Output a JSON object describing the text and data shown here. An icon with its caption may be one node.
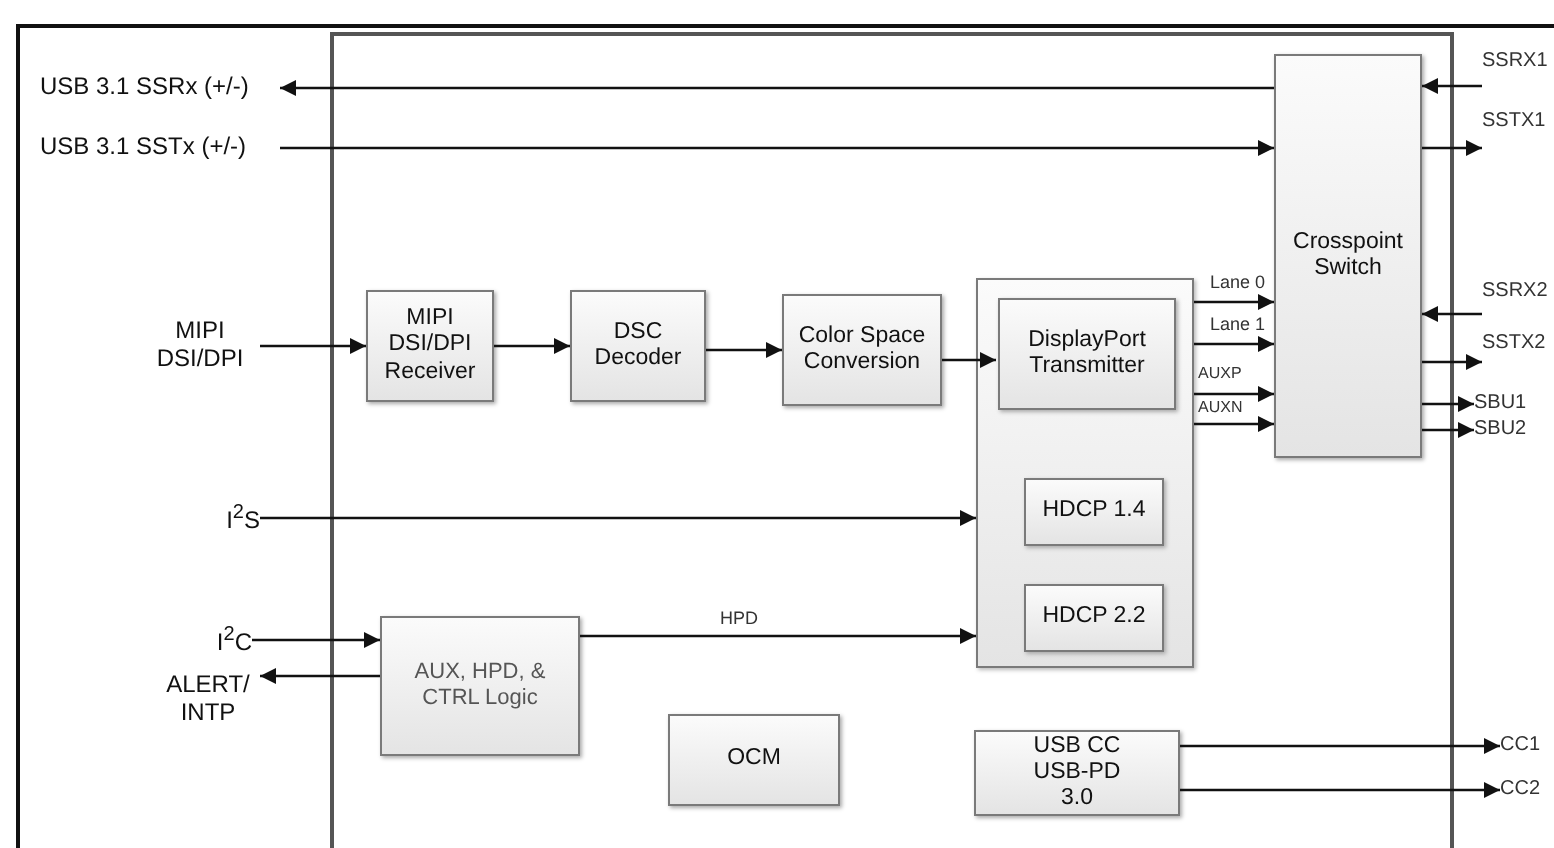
{
  "diagram": {
    "nodes": [
      {
        "text": [],
        "shape": "box"
      },
      {
        "text": [
          "USB 3.1 SSRx (+/-)"
        ]
      },
      {
        "text": [
          "USB 3.1 SSTx (+/-)"
        ]
      },
      {
        "text": [
          "MIPI DSI/DPI"
        ]
      },
      {
        "text": [
          "I$^{2}$S"
        ]
      },
      {
        "text": [
          "I$^{2}$C"
        ]
      },
      {
        "text": [
          "ALERT/ INTP"
        ]
      },
      {
        "text": [
          "MIPI DSI/DPI Receiver"
        ],
        "in": 0
      },
      {
        "text": [
          "DSC Decoder"
        ],
        "in": 0
      },
      {
        "text": [
          "Color Space Conversion"
        ],
        "in": 0
      },
      {
        "text": [],
        "shape": "box",
        "in": 0
      },
      {
        "text": [
          "DisplayPort Transmitter"
        ],
        "in": 10
      },
      {
        "text": [
          "HDCP 1.4"
        ],
        "in": 10
      },
      {
        "text": [
          "HDCP 2.2"
        ],
        "in": 10
      },
      {
        "text": [
          "Crosspoint Switch"
        ],
        "in": 0
      },
      {
        "text": [
          "AUX, HPD, & CTRL Logic"
        ],
        "in": 0
      },
      {
        "text": [
          "OCM"
        ],
        "in": 0
      },
      {
        "text": [
          "USB CC USB-PD 3.0"
        ],
        "in": 0
      },
      {
        "text": [
          "SSRX1"
        ]
      },
      {
        "text": [
          "SSTX1"
        ]
      },
      {
        "text": [
          "SSRX2"
        ]
      },
      {
        "text": [
          "SSTX2"
        ]
      },
      {
        "text": [
          "SBU1"
        ]
      },
      {
        "text": [
          "SBU2"
        ]
      },
      {
        "text": [
          "CC1"
        ]
      },
      {
        "text": [
          "CC2"
        ]
      }
    ],
    "edges": [
      {
        "from": 14,
        "to": 1,
        "arrow": "to"
      },
      {
        "from": 2,
        "to": 14,
        "arrow": "to"
      },
      {
        "from": 3,
        "to": 7,
        "arrow": "to"
      },
      {
        "from": 7,
        "to": 8,
        "arrow": "to"
      },
      {
        "from": 8,
        "to": 9,
        "arrow": "to"
      },
      {
        "from": 9,
        "to": 11,
        "arrow": "to"
      },
      {
        "from": 10,
        "to": 14,
        "label": "Lane 0",
        "arrow": "to"
      },
      {
        "from": 10,
        "to": 14,
        "label": "Lane 1",
        "arrow": "to"
      },
      {
        "from": 10,
        "to": 14,
        "label": "AUXP",
        "arrow": "to"
      },
      {
        "from": 10,
        "to": 14,
        "label": "AUXN",
        "arrow": "to"
      },
      {
        "from": 4,
        "to": 10,
        "arrow": "to"
      },
      {
        "from": 15,
        "to": 10,
        "label": "HPD",
        "arrow": "to"
      },
      {
        "from": 5,
        "to": 15,
        "arrow": "to"
      },
      {
        "from": 15,
        "to": 6,
        "arrow": "to"
      },
      {
        "from": 18,
        "to": 14,
        "arrow": "to"
      },
      {
        "from": 14,
        "to": 19,
        "arrow": "to"
      },
      {
        "from": 20,
        "to": 14,
        "arrow": "to"
      },
      {
        "from": 14,
        "to": 21,
        "arrow": "to"
      },
      {
        "from": 14,
        "to": 22,
        "arrow": "to"
      },
      {
        "from": 14,
        "to": 23,
        "arrow": "to"
      },
      {
        "from": 17,
        "to": 24,
        "arrow": "to"
      },
      {
        "from": 17,
        "to": 25,
        "arrow": "to"
      }
    ]
  }
}
